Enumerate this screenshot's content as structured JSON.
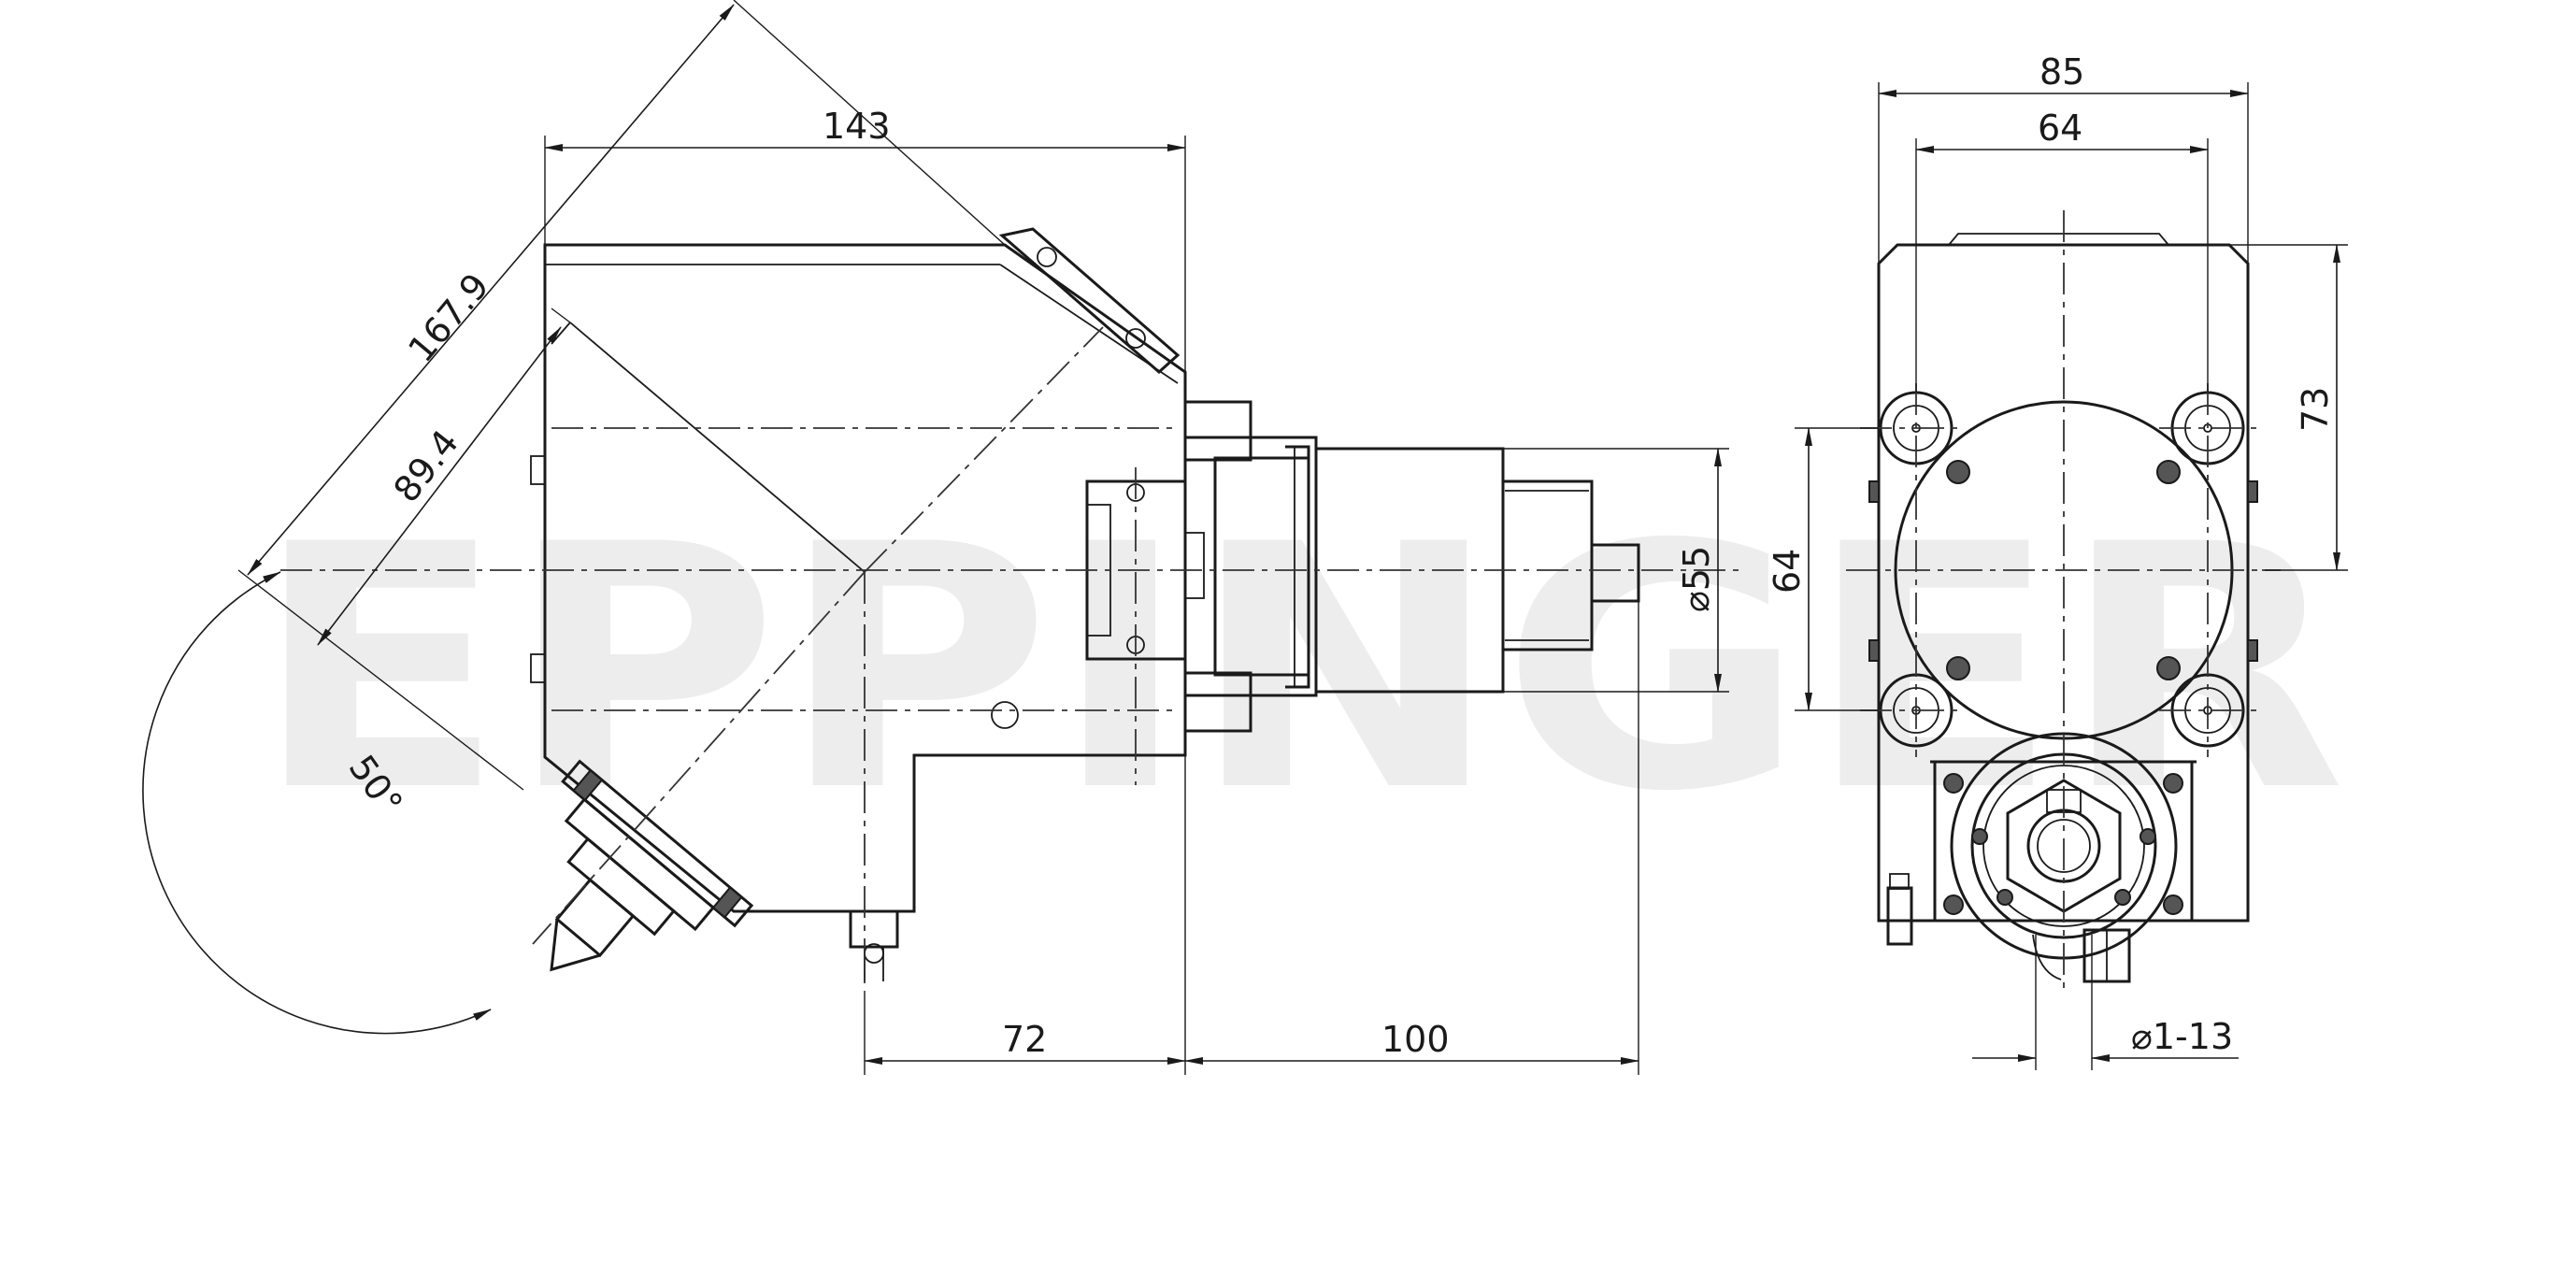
{
  "watermark": "EPPINGER",
  "side_view": {
    "dims": {
      "width_top": "143",
      "diag_long": "167.9",
      "diag_short": "89.4",
      "angle": "50°",
      "bottom_left": "72",
      "bottom_right": "100",
      "shaft_dia": "⌀55"
    }
  },
  "front_view": {
    "dims": {
      "width_outer": "85",
      "width_inner": "64",
      "height_right": "73",
      "height_left": "64",
      "collet": "⌀1-13"
    }
  }
}
